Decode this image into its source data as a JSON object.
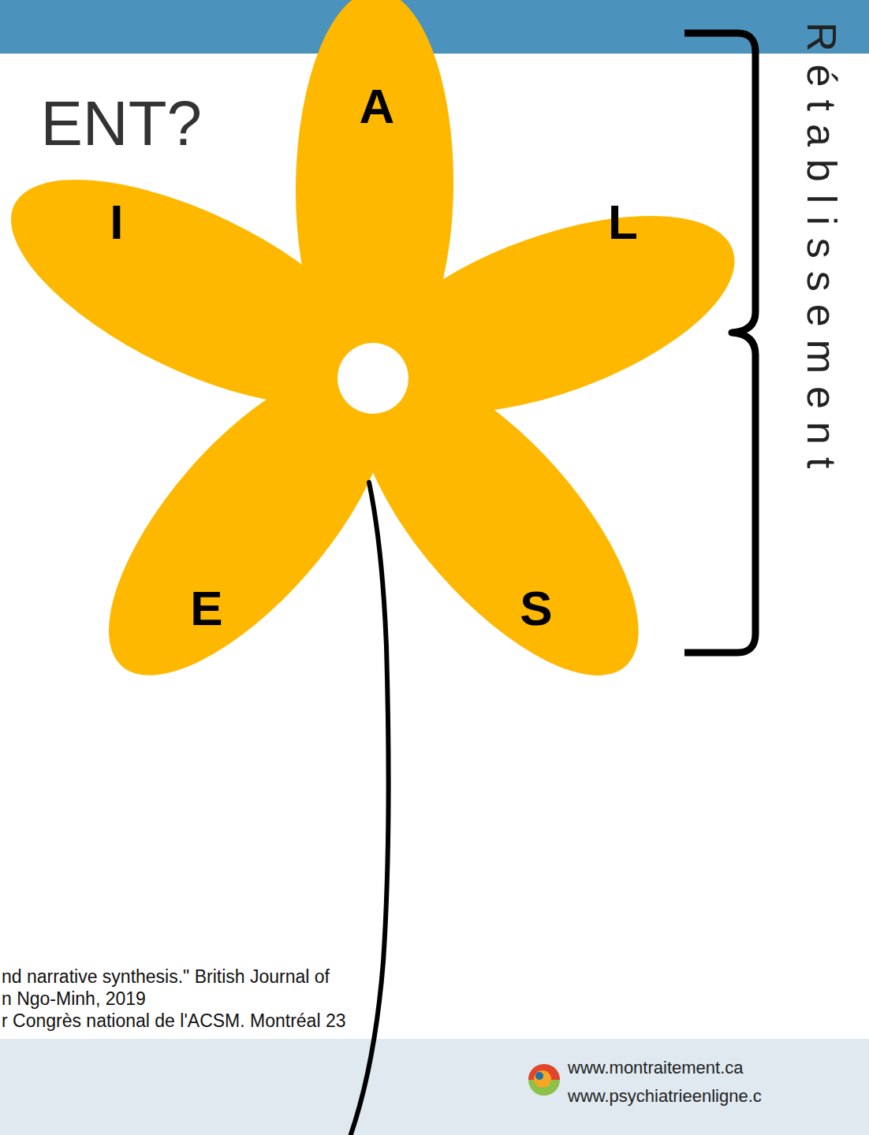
{
  "diagram": {
    "title": "ENT?",
    "nodes": [
      {
        "text": [
          "A"
        ]
      },
      {
        "text": [
          "I"
        ]
      },
      {
        "text": [
          "L"
        ]
      },
      {
        "text": [
          "E"
        ]
      },
      {
        "text": [
          "S"
        ]
      }
    ],
    "labels": [
      "Rétablissement",
      "nd narrative synthesis.\" British Journal of",
      "n Ngo-Minh, 2019",
      "r Congrès national de l'ACSM. Montréal 23",
      "www.montraitement.ca",
      "www.psychiatrieenligne.c"
    ]
  }
}
